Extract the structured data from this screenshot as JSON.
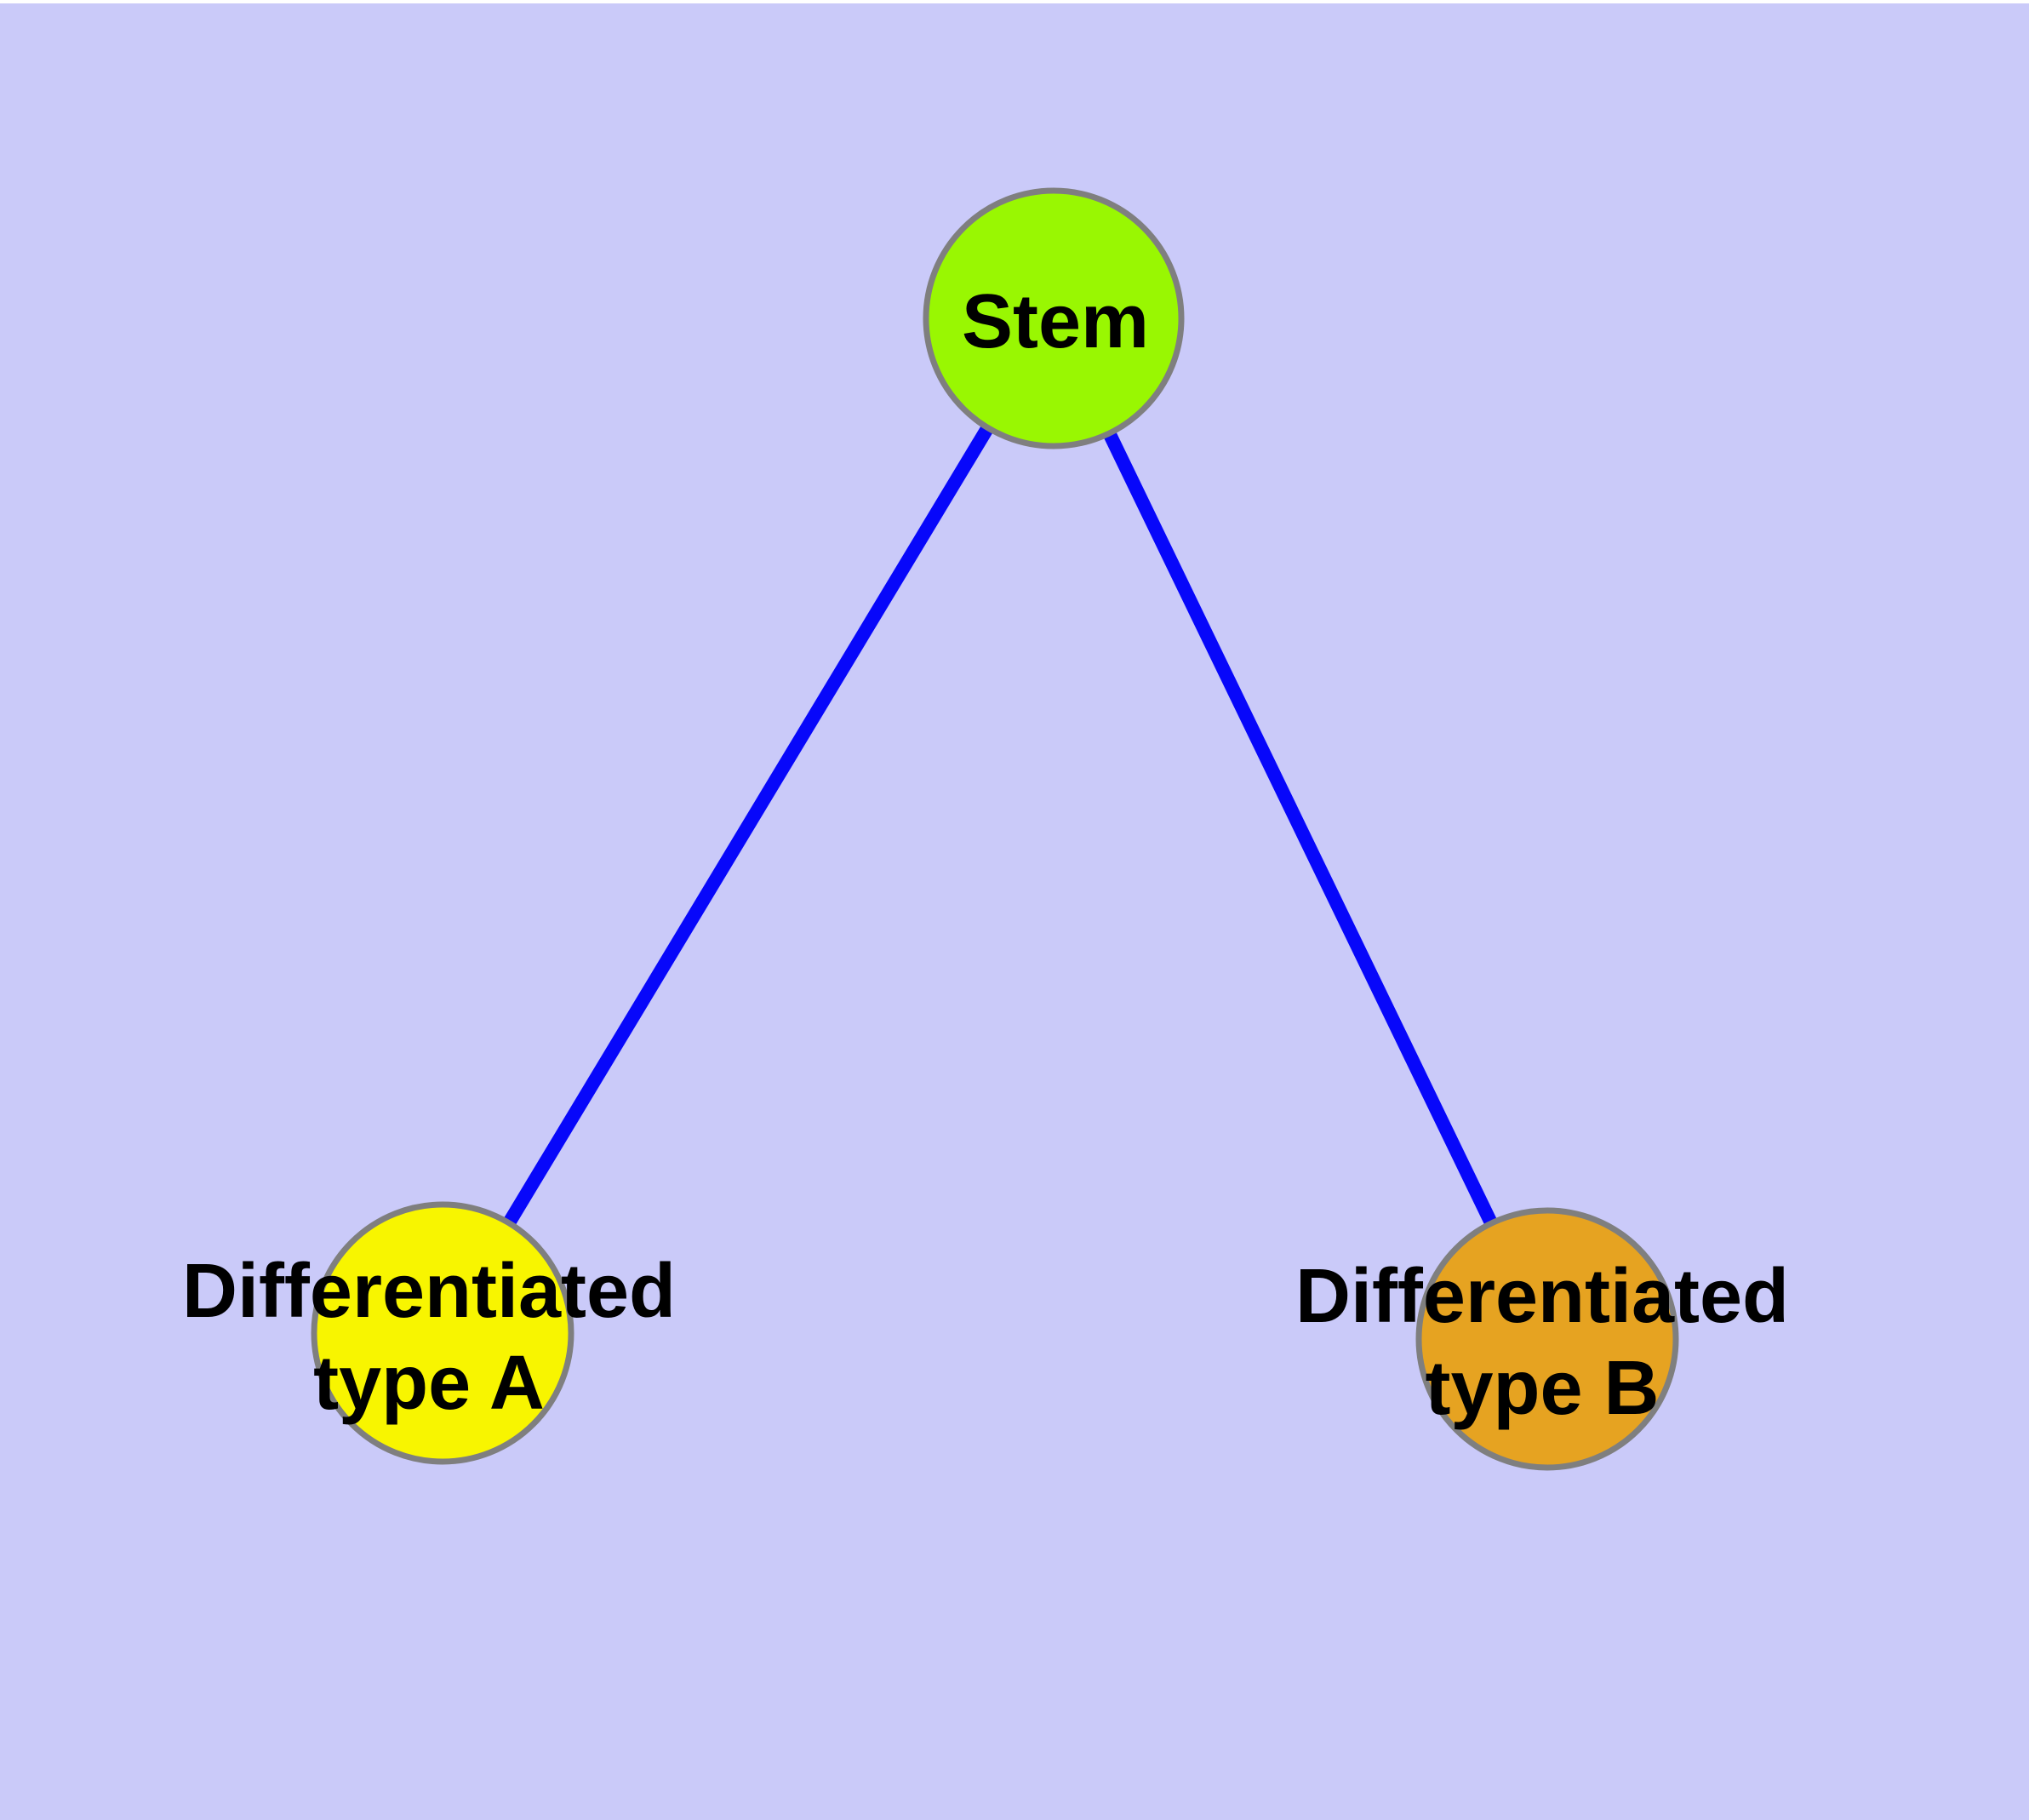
{
  "diagram": {
    "kind": "node-link-graph",
    "colors": {
      "background": "#CACAF9",
      "top_edge_strip": "#FFFFFF",
      "edge_line": "#0707FA",
      "node_border": "#7F7F7F",
      "label_text": "#000000"
    },
    "nodes": {
      "stem": {
        "label": "Stem",
        "color": "#99F702"
      },
      "type_a": {
        "label_lines": [
          "Differentiated",
          "type A"
        ],
        "color": "#F8F500"
      },
      "type_b": {
        "label_lines": [
          "Differentiated",
          "type B"
        ],
        "color": "#E6A321"
      }
    },
    "edges": [
      {
        "from": "Stem",
        "to": "Differentiated type A"
      },
      {
        "from": "Stem",
        "to": "Differentiated type B"
      }
    ]
  }
}
